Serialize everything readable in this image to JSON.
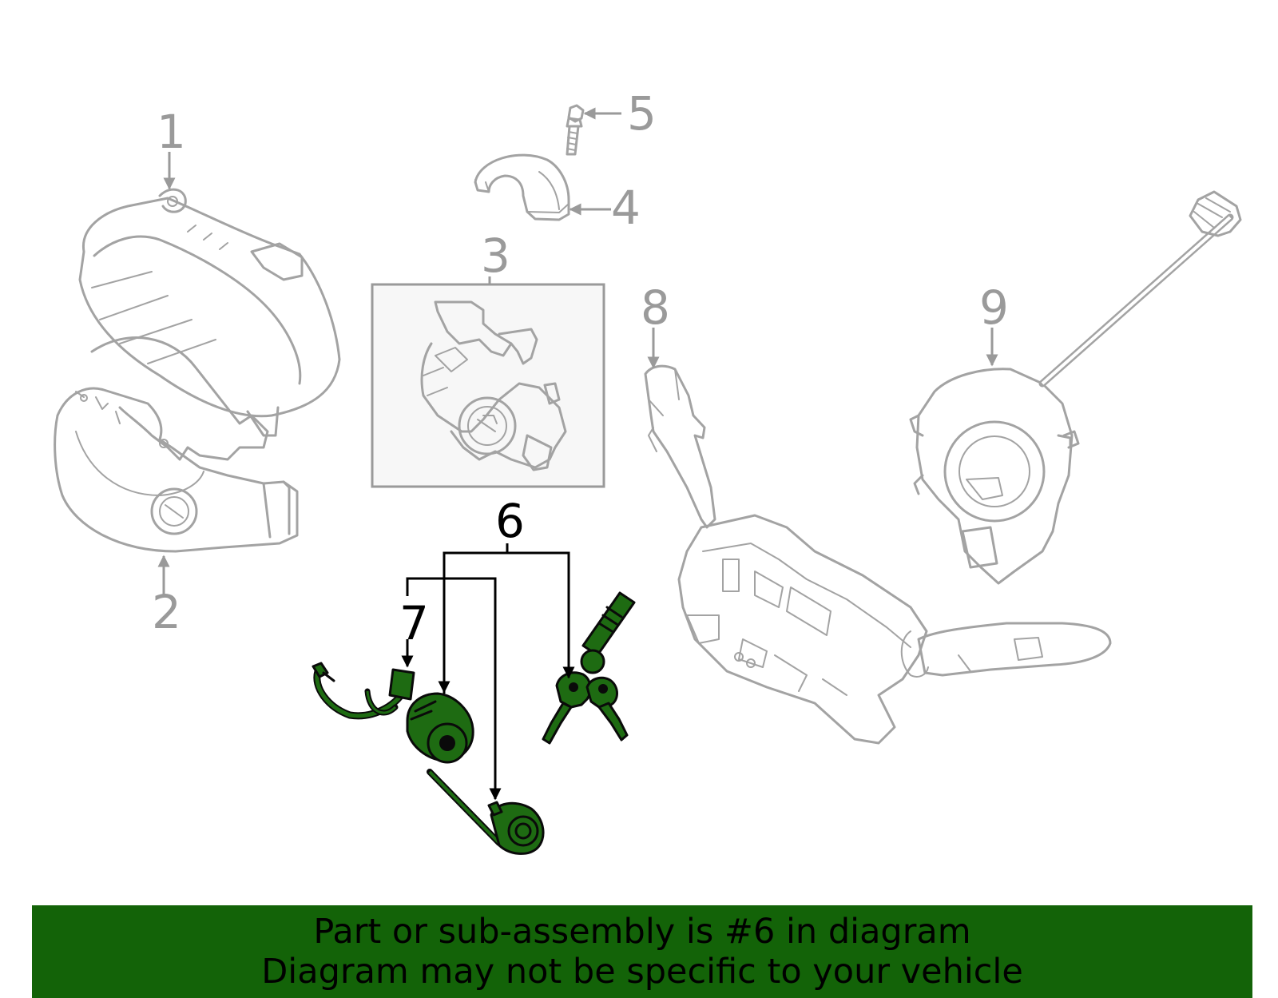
{
  "callouts": {
    "c1": "1",
    "c2": "2",
    "c3": "3",
    "c4": "4",
    "c5": "5",
    "c6": "6",
    "c7": "7",
    "c8": "8",
    "c9": "9"
  },
  "highlighted_part": "6",
  "colors": {
    "highlight_fill": "#1e6b12",
    "banner_background": "#136308",
    "part_outline": "#a3a3a3",
    "callout_text": "#9a9a9a"
  },
  "banner": {
    "line1": "Part or sub-assembly is #6 in diagram",
    "line2": "Diagram may not be specific to your vehicle"
  }
}
